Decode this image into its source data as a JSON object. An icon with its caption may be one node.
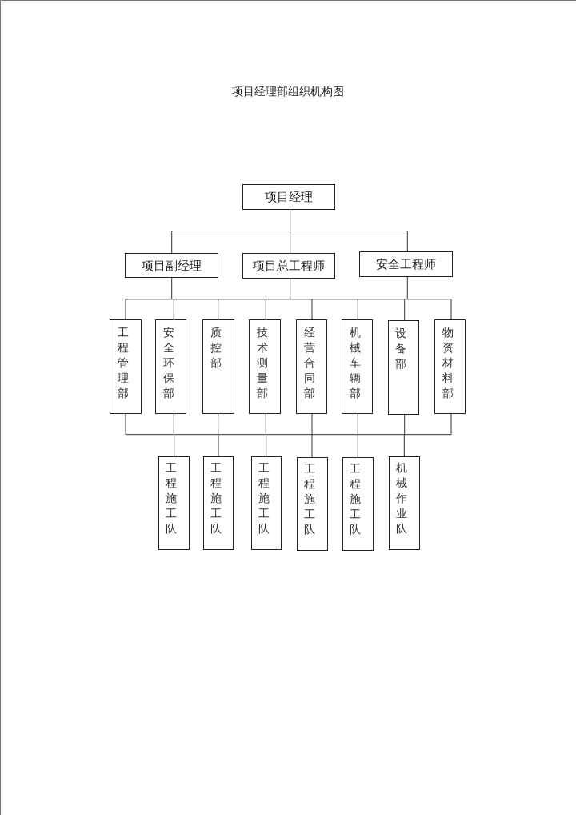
{
  "diagram": {
    "title": "项目经理部组织机构图",
    "nodes": [
      {
        "text": [
          "项目经理"
        ]
      },
      {
        "text": [
          "项目副经理"
        ]
      },
      {
        "text": [
          "项目总工程师"
        ]
      },
      {
        "text": [
          "安全工程师"
        ]
      },
      {
        "text": [
          "工程管理部"
        ]
      },
      {
        "text": [
          "安全环保部"
        ]
      },
      {
        "text": [
          "质控部"
        ]
      },
      {
        "text": [
          "技术测量部"
        ]
      },
      {
        "text": [
          "经营合同部"
        ]
      },
      {
        "text": [
          "机械车辆部"
        ]
      },
      {
        "text": [
          "设备部"
        ]
      },
      {
        "text": [
          "物资材料部"
        ]
      },
      {
        "text": [
          "工程施工队"
        ]
      },
      {
        "text": [
          "工程施工队"
        ]
      },
      {
        "text": [
          "工程施工队"
        ]
      },
      {
        "text": [
          "工程施工队"
        ]
      },
      {
        "text": [
          "工程施工队"
        ]
      },
      {
        "text": [
          "机械作业队"
        ]
      }
    ],
    "edges": [
      {
        "from": 0,
        "to": 1,
        "arrow": "none"
      },
      {
        "from": 0,
        "to": 2,
        "arrow": "none"
      },
      {
        "from": 0,
        "to": 3,
        "arrow": "none"
      },
      {
        "from": 1,
        "to": 4,
        "arrow": "none"
      },
      {
        "from": 1,
        "to": 5,
        "arrow": "none"
      },
      {
        "from": 1,
        "to": 6,
        "arrow": "none"
      },
      {
        "from": 1,
        "to": 7,
        "arrow": "none"
      },
      {
        "from": 1,
        "to": 8,
        "arrow": "none"
      },
      {
        "from": 1,
        "to": 9,
        "arrow": "none"
      },
      {
        "from": 1,
        "to": 10,
        "arrow": "none"
      },
      {
        "from": 1,
        "to": 11,
        "arrow": "none"
      },
      {
        "from": 2,
        "to": 4,
        "arrow": "none"
      },
      {
        "from": 2,
        "to": 5,
        "arrow": "none"
      },
      {
        "from": 2,
        "to": 6,
        "arrow": "none"
      },
      {
        "from": 2,
        "to": 7,
        "arrow": "none"
      },
      {
        "from": 2,
        "to": 8,
        "arrow": "none"
      },
      {
        "from": 2,
        "to": 9,
        "arrow": "none"
      },
      {
        "from": 2,
        "to": 10,
        "arrow": "none"
      },
      {
        "from": 2,
        "to": 11,
        "arrow": "none"
      },
      {
        "from": 3,
        "to": 4,
        "arrow": "none"
      },
      {
        "from": 3,
        "to": 5,
        "arrow": "none"
      },
      {
        "from": 3,
        "to": 6,
        "arrow": "none"
      },
      {
        "from": 3,
        "to": 7,
        "arrow": "none"
      },
      {
        "from": 3,
        "to": 8,
        "arrow": "none"
      },
      {
        "from": 3,
        "to": 9,
        "arrow": "none"
      },
      {
        "from": 3,
        "to": 10,
        "arrow": "none"
      },
      {
        "from": 3,
        "to": 11,
        "arrow": "none"
      },
      {
        "from": 4,
        "to": 12,
        "arrow": "none"
      },
      {
        "from": 4,
        "to": 13,
        "arrow": "none"
      },
      {
        "from": 4,
        "to": 14,
        "arrow": "none"
      },
      {
        "from": 4,
        "to": 15,
        "arrow": "none"
      },
      {
        "from": 4,
        "to": 16,
        "arrow": "none"
      },
      {
        "from": 4,
        "to": 17,
        "arrow": "none"
      },
      {
        "from": 5,
        "to": 12,
        "arrow": "none"
      },
      {
        "from": 5,
        "to": 13,
        "arrow": "none"
      },
      {
        "from": 5,
        "to": 14,
        "arrow": "none"
      },
      {
        "from": 5,
        "to": 15,
        "arrow": "none"
      },
      {
        "from": 5,
        "to": 16,
        "arrow": "none"
      },
      {
        "from": 5,
        "to": 17,
        "arrow": "none"
      },
      {
        "from": 6,
        "to": 12,
        "arrow": "none"
      },
      {
        "from": 6,
        "to": 13,
        "arrow": "none"
      },
      {
        "from": 6,
        "to": 14,
        "arrow": "none"
      },
      {
        "from": 6,
        "to": 15,
        "arrow": "none"
      },
      {
        "from": 6,
        "to": 16,
        "arrow": "none"
      },
      {
        "from": 6,
        "to": 17,
        "arrow": "none"
      },
      {
        "from": 7,
        "to": 12,
        "arrow": "none"
      },
      {
        "from": 7,
        "to": 13,
        "arrow": "none"
      },
      {
        "from": 7,
        "to": 14,
        "arrow": "none"
      },
      {
        "from": 7,
        "to": 15,
        "arrow": "none"
      },
      {
        "from": 7,
        "to": 16,
        "arrow": "none"
      },
      {
        "from": 7,
        "to": 17,
        "arrow": "none"
      },
      {
        "from": 8,
        "to": 12,
        "arrow": "none"
      },
      {
        "from": 8,
        "to": 13,
        "arrow": "none"
      },
      {
        "from": 8,
        "to": 14,
        "arrow": "none"
      },
      {
        "from": 8,
        "to": 15,
        "arrow": "none"
      },
      {
        "from": 8,
        "to": 16,
        "arrow": "none"
      },
      {
        "from": 8,
        "to": 17,
        "arrow": "none"
      },
      {
        "from": 9,
        "to": 12,
        "arrow": "none"
      },
      {
        "from": 9,
        "to": 13,
        "arrow": "none"
      },
      {
        "from": 9,
        "to": 14,
        "arrow": "none"
      },
      {
        "from": 9,
        "to": 15,
        "arrow": "none"
      },
      {
        "from": 9,
        "to": 16,
        "arrow": "none"
      },
      {
        "from": 9,
        "to": 17,
        "arrow": "none"
      },
      {
        "from": 10,
        "to": 12,
        "arrow": "none"
      },
      {
        "from": 10,
        "to": 13,
        "arrow": "none"
      },
      {
        "from": 10,
        "to": 14,
        "arrow": "none"
      },
      {
        "from": 10,
        "to": 15,
        "arrow": "none"
      },
      {
        "from": 10,
        "to": 16,
        "arrow": "none"
      },
      {
        "from": 10,
        "to": 17,
        "arrow": "none"
      },
      {
        "from": 11,
        "to": 12,
        "arrow": "none"
      },
      {
        "from": 11,
        "to": 13,
        "arrow": "none"
      },
      {
        "from": 11,
        "to": 14,
        "arrow": "none"
      },
      {
        "from": 11,
        "to": 15,
        "arrow": "none"
      },
      {
        "from": 11,
        "to": 16,
        "arrow": "none"
      },
      {
        "from": 11,
        "to": 17,
        "arrow": "none"
      }
    ]
  }
}
